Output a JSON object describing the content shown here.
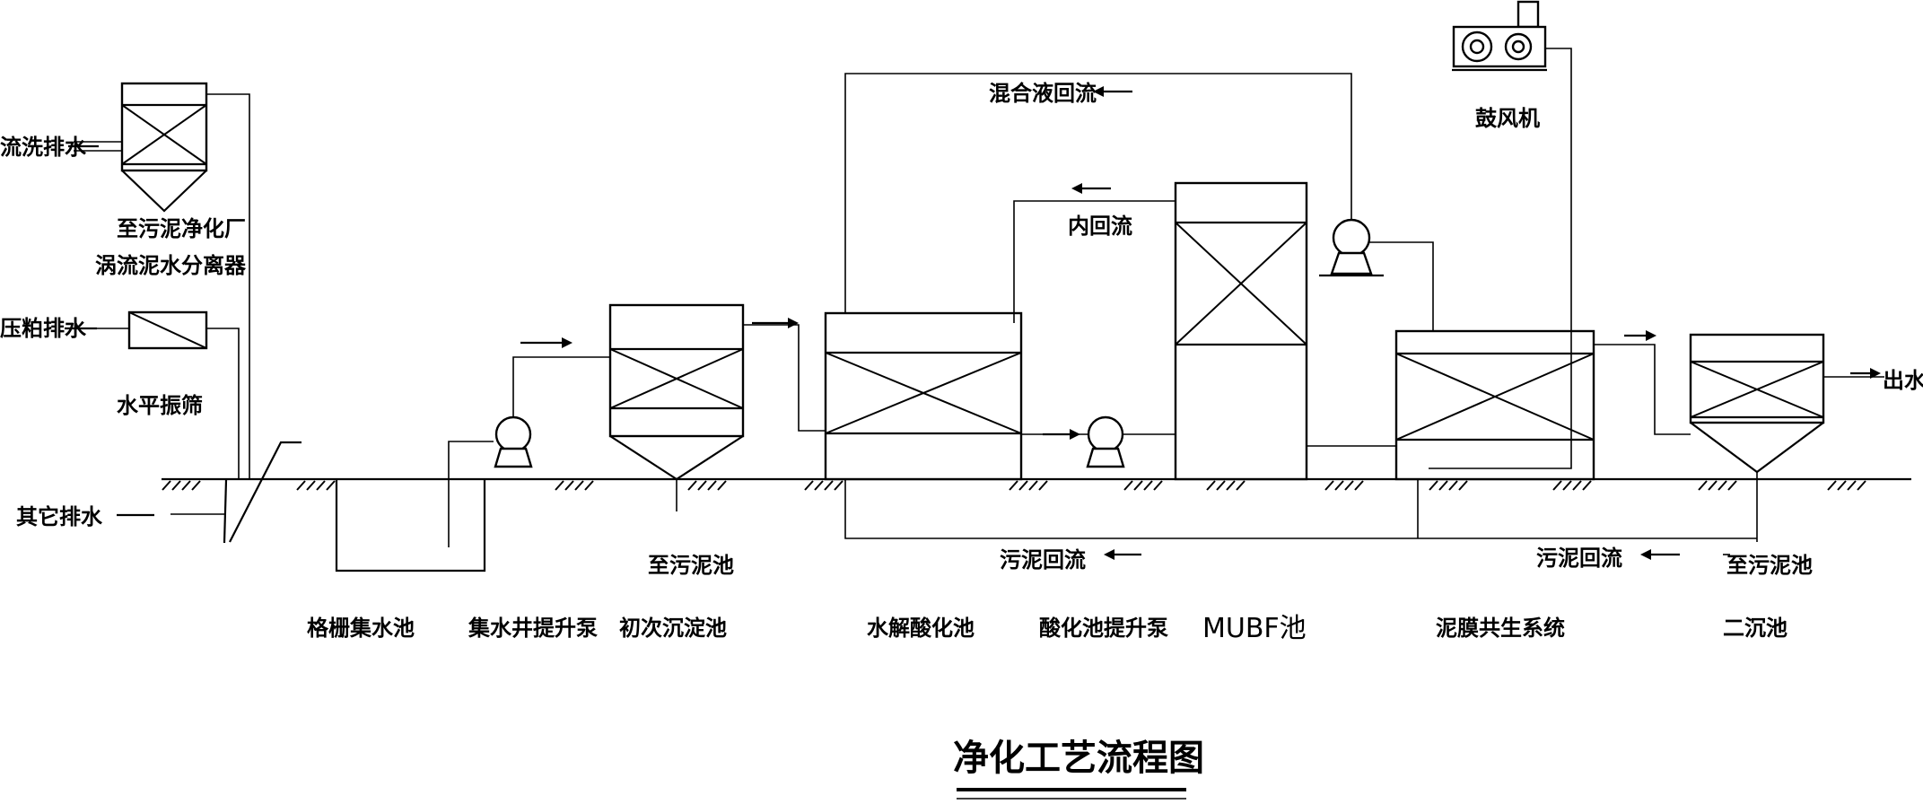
{
  "diagram": {
    "title": "净化工艺流程图",
    "inputs": {
      "flush_drain": "流洗排水",
      "press_drain": "压粕排水",
      "other_drain": "其它排水"
    },
    "output": "出水",
    "separator": {
      "name": "涡流泥水分离器",
      "sludge_note": "至污泥净化厂"
    },
    "screen": "水平振筛",
    "units": {
      "sump": "格栅集水池",
      "lift_pump": "集水井提升泵",
      "primary_settler": "初次沉淀池",
      "hydrolysis": "水解酸化池",
      "acid_pump": "酸化池提升泵",
      "mubf": "MUBF池",
      "biofilm": "泥膜共生系统",
      "secondary_settler": "二沉池",
      "blower": "鼓风机"
    },
    "flows": {
      "mixed_return": "混合液回流",
      "inner_return": "内回流",
      "sludge_return_1": "污泥回流",
      "sludge_return_2": "污泥回流",
      "to_sludge_1": "至污泥池",
      "to_sludge_2": "至污泥池"
    }
  }
}
